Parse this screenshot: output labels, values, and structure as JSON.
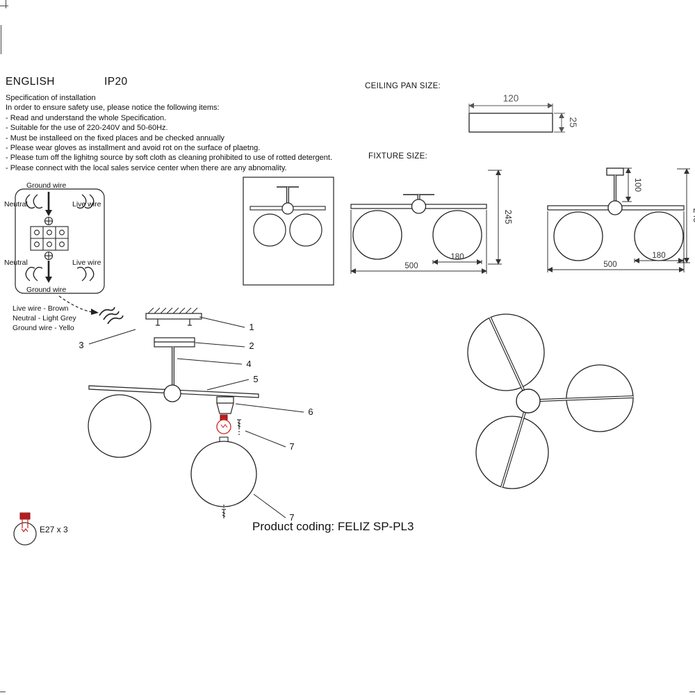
{
  "page": {
    "language": "ENGLISH",
    "ip_rating": "IP20",
    "product_coding": "Product coding: FELIZ SP-PL3"
  },
  "spec": {
    "title": "Specification of installation",
    "intro": "In order to ensure safety use, please notice the following items:",
    "items": [
      "- Read and understand the whole Specification.",
      "- Suitable for the use of 220-240V and 50-60Hz.",
      "- Must be installeed on the fixed places and be checked annually",
      "- Please wear gloves as installment and avoid rot on the surface of plaetng.",
      "- Please tum off the lighitng source by soft cloth as cleaning prohibited to use of rotted detergent.",
      "- Please connect with the local sales service center when there are any abnomality."
    ]
  },
  "ceiling_pan": {
    "label": "CEILING PAN  SIZE:",
    "width": "120",
    "depth": "25"
  },
  "fixture": {
    "label": "FIXTURE SIZE:",
    "height": "245",
    "width": "500",
    "shade_width": "180",
    "stem_height": "100"
  },
  "wiring": {
    "ground_top": "Ground wire",
    "neutral_top": "Neutral",
    "live_top": "Live wire",
    "neutral_bottom": "Neutral",
    "live_bottom": "Live wire",
    "ground_bottom": "Ground wire",
    "legend": [
      "Live wire - Brown",
      "Neutral - Light Grey",
      "Ground wire - Yello"
    ]
  },
  "callouts": {
    "c1": "1",
    "c2": "2",
    "c3": "3",
    "c4": "4",
    "c5": "5",
    "c6": "6",
    "c7a": "7",
    "c7b": "7"
  },
  "bulb": {
    "spec": "E27 x 3"
  },
  "colors": {
    "ink": "#1a1a1a",
    "dim_gray": "#555555",
    "dim_dark": "#333333",
    "bulb_red": "#cc2222"
  }
}
